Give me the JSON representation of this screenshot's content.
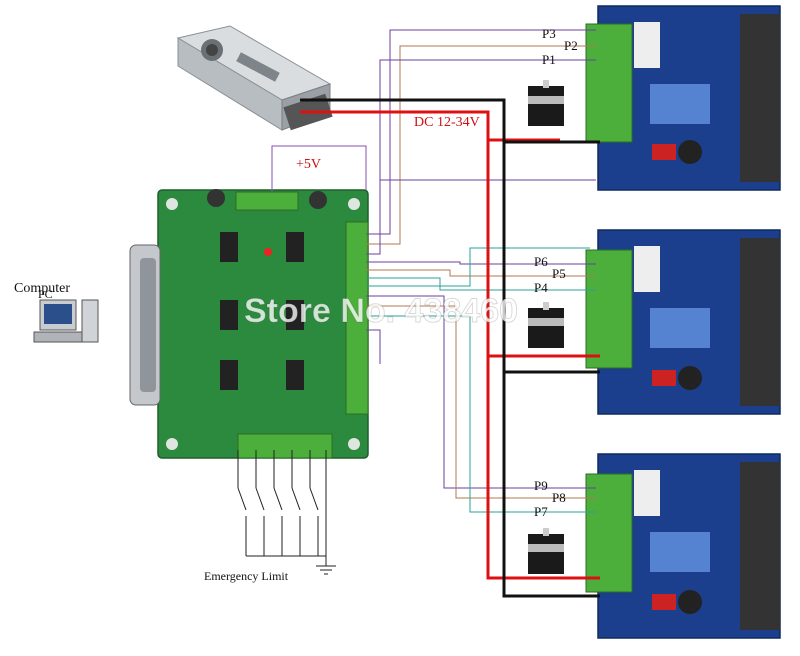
{
  "labels": {
    "computer": "Computer",
    "pc_tag": "PC",
    "supply_voltage": "DC 12-34V",
    "logic_voltage": "+5V",
    "emergency": "Emergency Limit",
    "watermark": "Store No. 438460"
  },
  "drivers": [
    {
      "pins": [
        "P3",
        "P2",
        "P1"
      ]
    },
    {
      "pins": [
        "P6",
        "P5",
        "P4"
      ]
    },
    {
      "pins": [
        "P9",
        "P8",
        "P7"
      ]
    }
  ],
  "colors": {
    "power_positive": "#dd1111",
    "power_ground": "#111111",
    "driver_pcb": "#1b3f8c",
    "breakout_pcb": "#2b8a3e",
    "terminal": "#4caf3c",
    "heatsink": "#333333"
  }
}
